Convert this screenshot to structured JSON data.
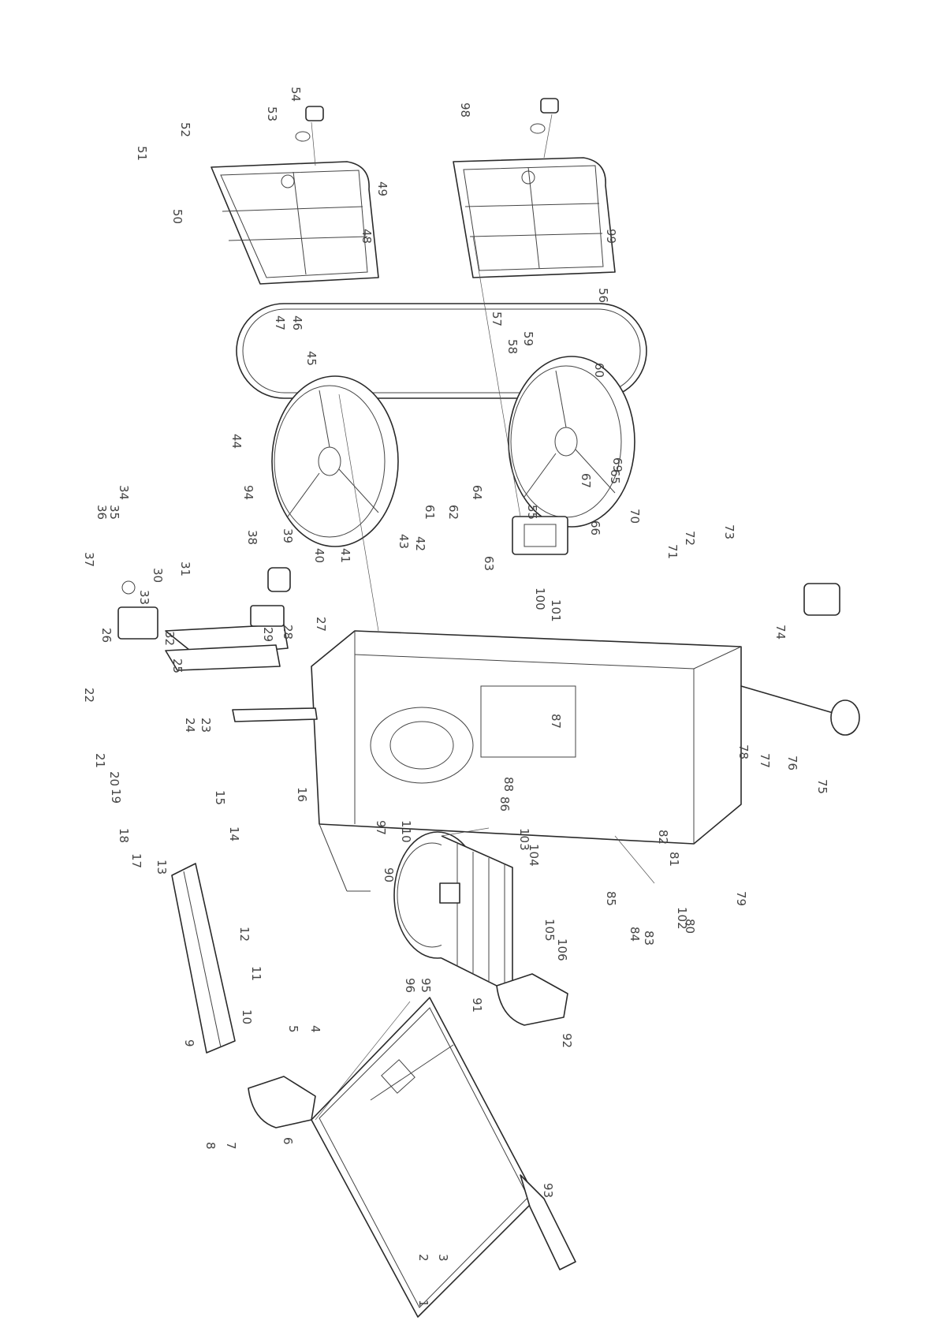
{
  "diagram": {
    "type": "exploded-parts-diagram",
    "line_color": "#2a2a2a",
    "label_color": "#444444",
    "label_rotation_deg": 90,
    "part_numbers": [
      "1",
      "2",
      "3",
      "4",
      "5",
      "6",
      "7",
      "8",
      "9",
      "10",
      "11",
      "12",
      "13",
      "14",
      "15",
      "16",
      "17",
      "18",
      "19",
      "20",
      "21",
      "22",
      "23",
      "24",
      "25",
      "26",
      "27",
      "28",
      "29",
      "30",
      "31",
      "32",
      "33",
      "34",
      "35",
      "36",
      "37",
      "38",
      "39",
      "40",
      "41",
      "42",
      "43",
      "44",
      "45",
      "46",
      "47",
      "48",
      "49",
      "50",
      "51",
      "52",
      "53",
      "54",
      "55",
      "56",
      "57",
      "58",
      "59",
      "60",
      "61",
      "62",
      "63",
      "64",
      "65",
      "66",
      "67",
      "69",
      "70",
      "71",
      "72",
      "73",
      "74",
      "75",
      "76",
      "77",
      "78",
      "79",
      "80",
      "81",
      "82",
      "83",
      "84",
      "85",
      "86",
      "87",
      "88",
      "90",
      "91",
      "92",
      "93",
      "94",
      "95",
      "96",
      "97",
      "98",
      "99",
      "100",
      "101",
      "102",
      "103",
      "104",
      "105",
      "106",
      "110"
    ]
  }
}
